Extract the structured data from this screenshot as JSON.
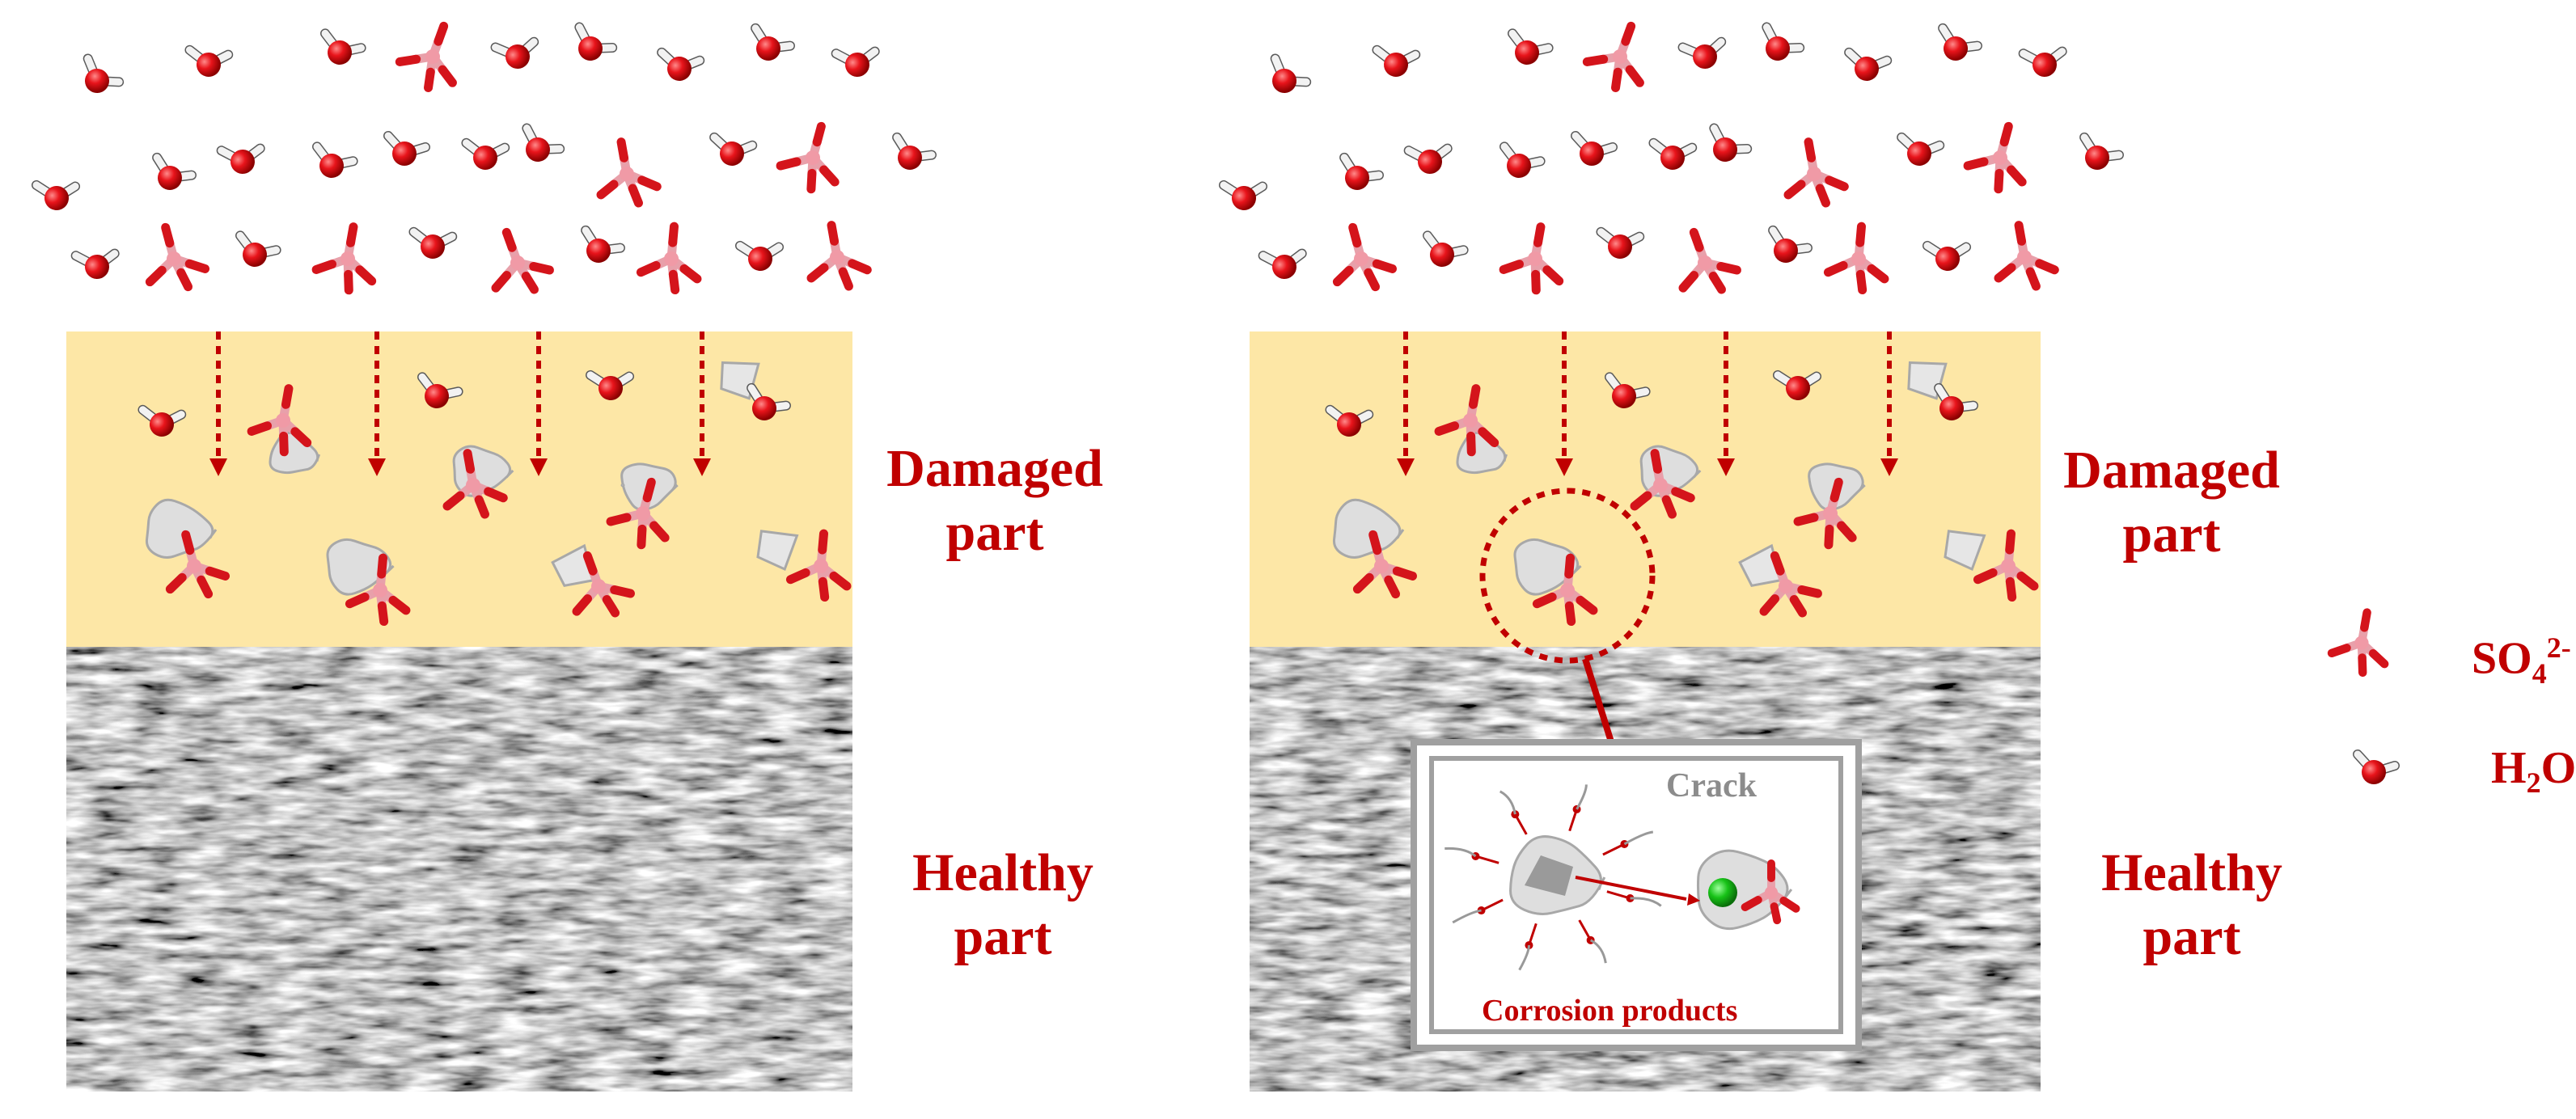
{
  "left_panel": {
    "damaged_label": [
      "Damaged",
      "part"
    ],
    "healthy_label": [
      "Healthy",
      "part"
    ]
  },
  "right_panel": {
    "damaged_label": [
      "Damaged",
      "part"
    ],
    "healthy_label": [
      "Healthy",
      "part"
    ],
    "inset": {
      "crack_label": "Crack",
      "products_label": "Corrosion products"
    }
  },
  "legend": {
    "sulfate": {
      "base": "SO",
      "sub": "4",
      "sup": "2-"
    },
    "water": {
      "base": "H",
      "sub": "2",
      "rest": "O"
    }
  },
  "colors": {
    "label_red": "#c00000",
    "damaged_fill": "#fde7a6",
    "oxygen": "#e8141b",
    "sulfur": "#f09aa6",
    "hydrogen": "#f0f0f0",
    "particle": "#dedede",
    "green_ion": "#17c217"
  }
}
